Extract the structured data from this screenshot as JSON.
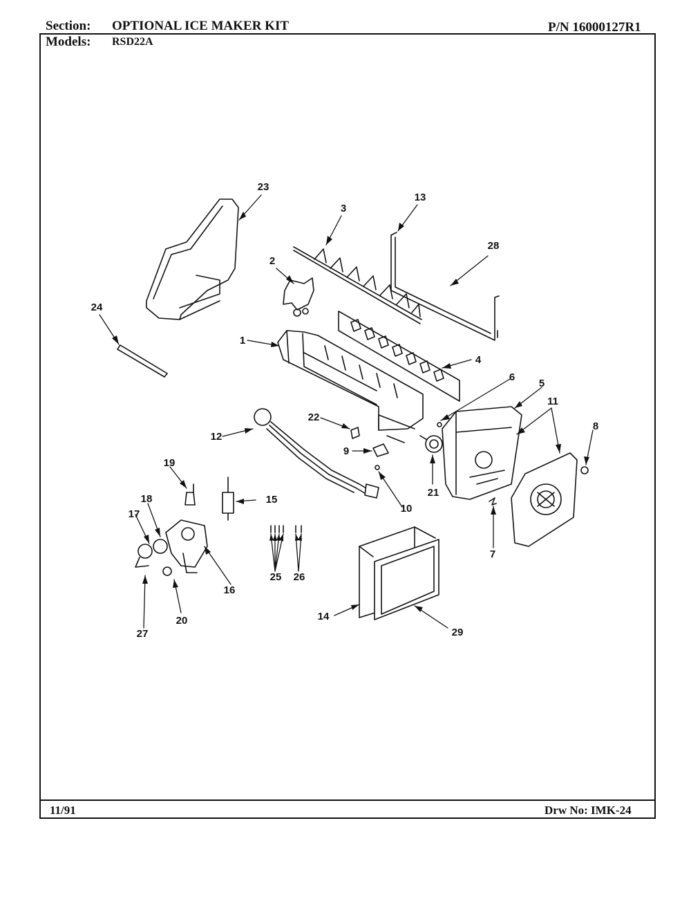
{
  "header": {
    "section_label": "Section:",
    "section_value": "OPTIONAL ICE MAKER KIT",
    "part_number": "P/N 16000127R1",
    "models_label": "Models:",
    "models_value": "RSD22A"
  },
  "footer": {
    "date": "11/91",
    "drawing_number": "Drw No: IMK-24"
  },
  "callouts": [
    "1",
    "2",
    "3",
    "4",
    "5",
    "6",
    "7",
    "8",
    "9",
    "10",
    "11",
    "12",
    "13",
    "14",
    "15",
    "16",
    "17",
    "18",
    "19",
    "20",
    "21",
    "22",
    "23",
    "24",
    "25",
    "26",
    "27",
    "28",
    "29"
  ]
}
